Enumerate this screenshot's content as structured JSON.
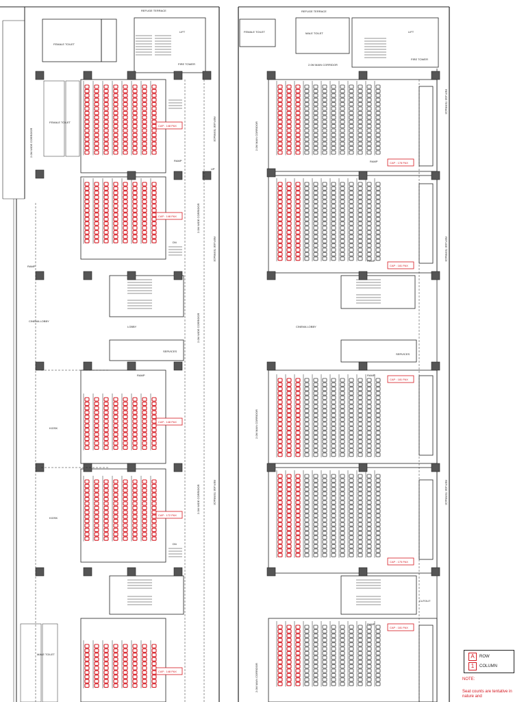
{
  "labels": {
    "refuge_terrace": "REFUGE TERRACE",
    "female_toilet": "FEMALE TOILET",
    "male_toilet": "MALE TOILET",
    "lift": "LIFT",
    "fire_tower": "FIRE TOWER",
    "corridor": "2.0M WIDE CORRIDOR",
    "main_corridor": "2.0M MAIN CORRIDOR",
    "ramp": "RAMP",
    "up": "UP",
    "dn": "DN",
    "lobby": "LOBBY",
    "cinema_lobby": "CINEMA LOBBY",
    "services": "SERVICES",
    "kiosk": "KIOSK",
    "cutout": "CUTOUT",
    "male_toilet_short": "MALE TOILET",
    "female_toilet_short": "FEMALE TOILET",
    "refuge_terrace_vert": "REFUGE TERRACE"
  },
  "capacities_left": [
    "CAP : 148 PAX",
    "CAP : 148 PAX",
    "CAP : 148 PAX",
    "CAP : 172 PAX",
    "CAP : 148 PAX"
  ],
  "capacities_right": [
    "CAP : 178 PAX",
    "CAP : 181 PAX",
    "CAP : 181 PAX",
    "CAP : 175 PAX",
    "CAP : 181 PAX"
  ],
  "legend": {
    "row": "ROW",
    "column": "COLUMN",
    "row_mark": "A",
    "column_mark": "1"
  },
  "note": {
    "title": "NOTE:",
    "text": "Seat counts are tentative in nature and"
  },
  "colors": {
    "seat_red": "#d4161e",
    "seat_gray": "#6b6b6b",
    "line": "#222222",
    "column_fill": "#555555"
  }
}
